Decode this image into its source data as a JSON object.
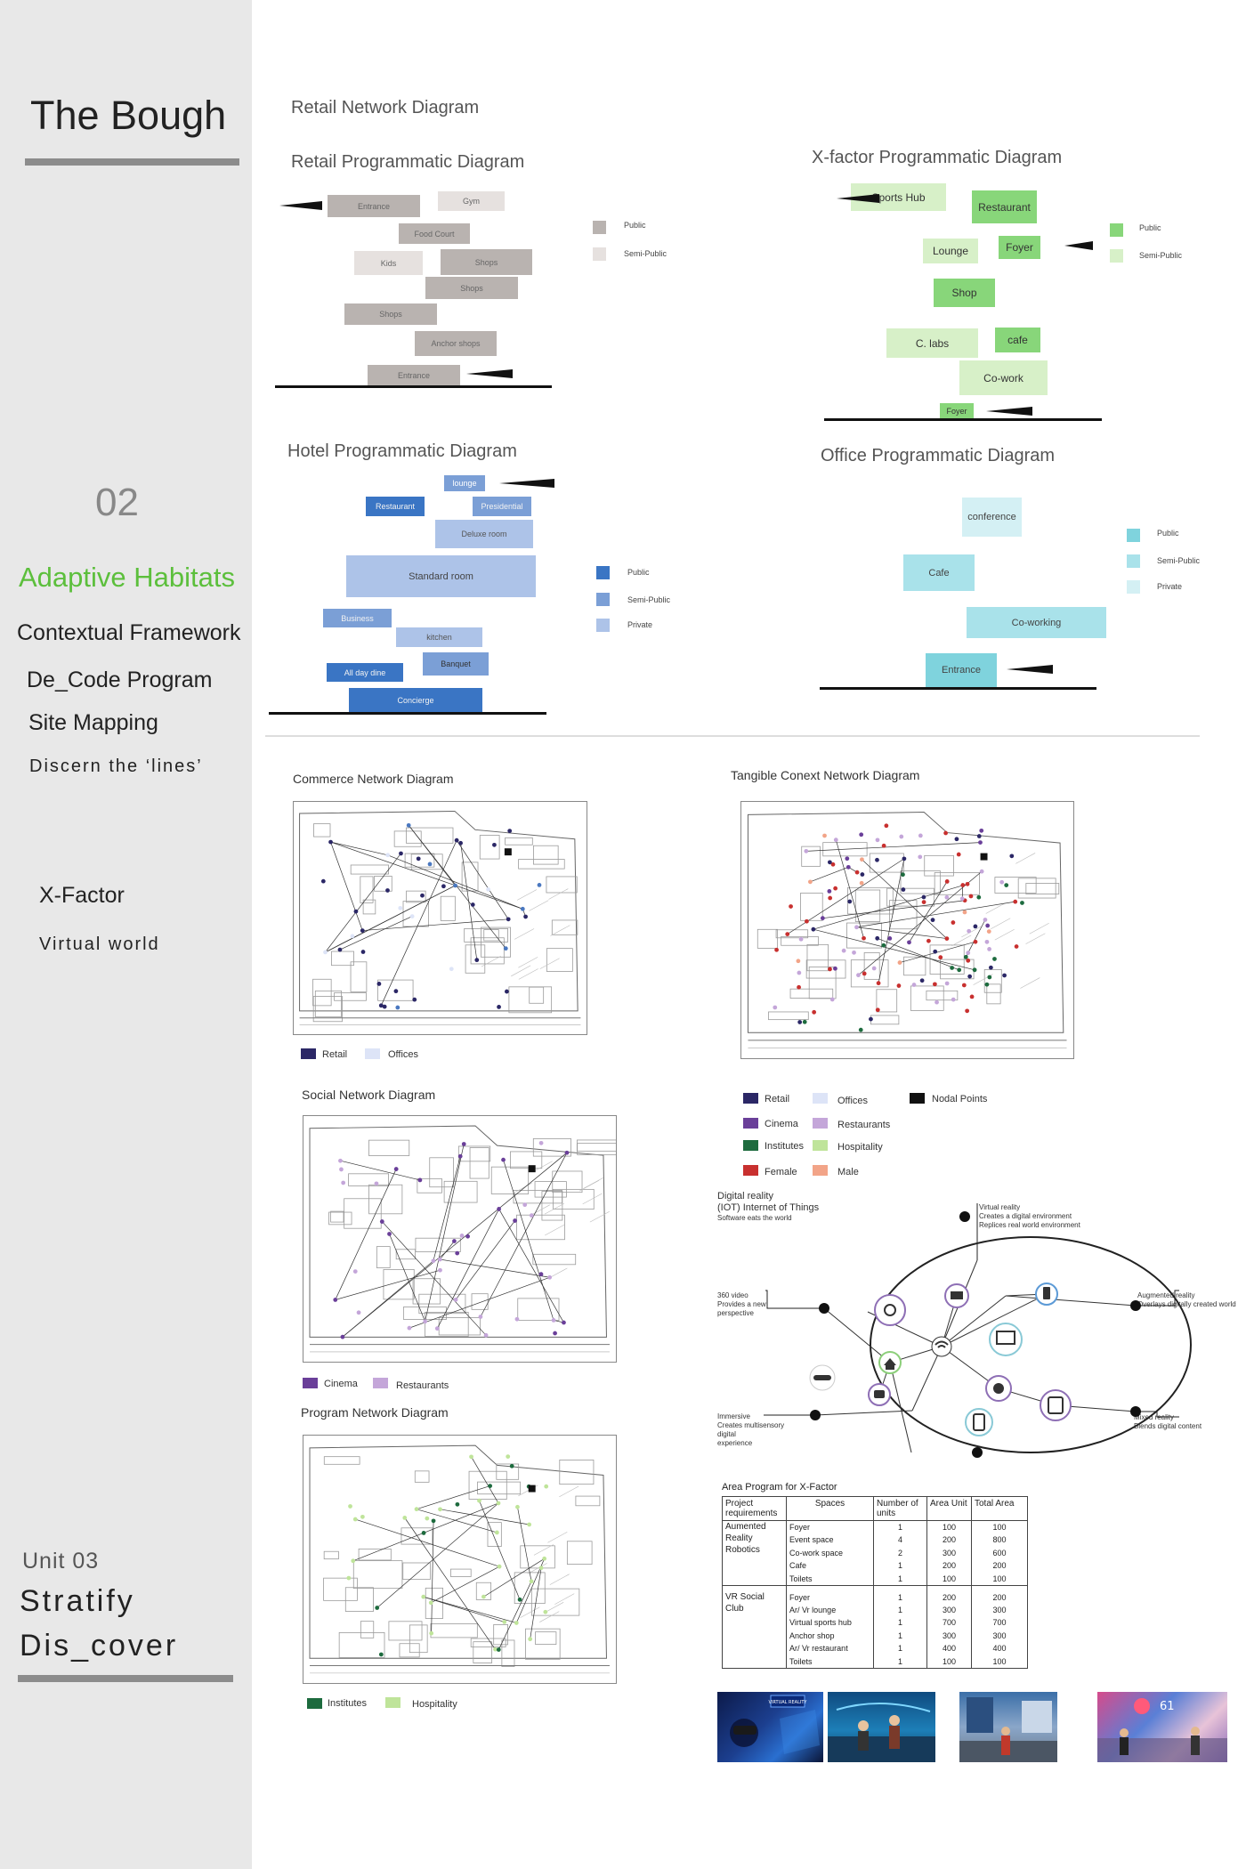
{
  "sidebar": {
    "title": "The Bough",
    "number": "02",
    "section": "Adaptive Habitats",
    "nav": [
      "Contextual Framework",
      "De_Code Program",
      "Site Mapping",
      "Discern the ‘lines’"
    ],
    "xfactor": "X-Factor",
    "xfactor_sub": "Virtual world",
    "unit": "Unit  03",
    "stratify": "Stratify",
    "discover": "Dis_cover"
  },
  "retail": {
    "page_heading": "Retail Network Diagram",
    "title": "Retail Programmatic  Diagram",
    "blocks": [
      "Entrance",
      "Gym",
      "Food Court",
      "Kids",
      "Shops",
      "Shops",
      "Shops",
      "Anchor shops",
      "Entrance"
    ],
    "legend": [
      "Public",
      "Semi-Public"
    ],
    "colors": {
      "public": "#b9b3b0",
      "semi_public": "#e6e1df"
    }
  },
  "xfactor": {
    "title": "X-factor  Programmatic  Diagram",
    "blocks": [
      "Sports Hub",
      "Restaurant",
      "Lounge",
      "Foyer",
      "Shop",
      "C. labs",
      "cafe",
      "Co-work",
      "Foyer"
    ],
    "legend": [
      "Public",
      "Semi-Public"
    ],
    "colors": {
      "public": "#88d67a",
      "semi_public": "#d7f0c8"
    }
  },
  "hotel": {
    "title": "Hotel Programmatic  Diagram",
    "blocks": [
      "lounge",
      "Restaurant",
      "Presidential",
      "Deluxe room",
      "Standard room",
      "Business",
      "kitchen",
      "Banquet",
      "All day dine",
      "Concierge"
    ],
    "legend": [
      "Public",
      "Semi-Public",
      "Private"
    ],
    "colors": {
      "public": "#3a75c4",
      "semi_public": "#7b9fd6",
      "private": "#adc3e8"
    }
  },
  "office": {
    "title": "Office  Programmatic  Diagram",
    "blocks": [
      "conference",
      "Cafe",
      "Co-working",
      "Entrance"
    ],
    "legend": [
      "Public",
      "Semi-Public",
      "Private"
    ],
    "colors": {
      "public": "#7fd3dd",
      "semi_public": "#a9e2ea",
      "private": "#d4f0f4"
    }
  },
  "networks": {
    "commerce": {
      "title": "Commerce Network Diagram",
      "legend": [
        "Retail",
        "Offices"
      ]
    },
    "tangible": {
      "title": "Tangible Conext  Network Diagram"
    },
    "social": {
      "title": "Social Network Diagram",
      "legend": [
        "Cinema",
        "Restaurants"
      ]
    },
    "program": {
      "title": "Program Network Diagram",
      "legend": [
        "Institutes",
        "Hospitality"
      ]
    },
    "main_legend": [
      "Retail",
      "Offices",
      "Nodal Points",
      "Cinema",
      "Restaurants",
      "Institutes",
      "Hospitality",
      "Female",
      "Male"
    ],
    "colors": {
      "retail": "#2b2766",
      "offices": "#dde4f7",
      "nodal": "#111111",
      "cinema": "#6a3f99",
      "restaurants": "#c4a6d9",
      "institutes": "#1d6b3e",
      "hospitality": "#bfe49a",
      "female": "#c8302f",
      "male": "#f2a488"
    }
  },
  "virtual": {
    "digital_reality": [
      "Digital reality",
      "(IOT) Internet of Things"
    ],
    "digital_reality_sub": "Software eats the world",
    "vr": [
      "Virtual reality",
      "Creates a digital environment",
      "Replices real world environment"
    ],
    "video360": [
      "360 video",
      "Provides a new",
      "perspective"
    ],
    "ar": [
      "Augmented reality",
      "Overlays digitally created world"
    ],
    "immersive": [
      "Immersive",
      "Creates multisensory",
      "digital",
      "experience"
    ],
    "mixed": [
      "Mixed reality",
      "Blends digital content"
    ]
  },
  "area_table": {
    "title": "Area Program for X-Factor",
    "headers": [
      "Project requirements",
      "Spaces",
      "Number of units",
      "Area Unit",
      "Total Area"
    ],
    "groups": [
      {
        "name": "Aumented Reality Robotics",
        "rows": [
          [
            "Foyer",
            "1",
            "100",
            "100"
          ],
          [
            "Event space",
            "4",
            "200",
            "800"
          ],
          [
            "Co-work space",
            "2",
            "300",
            "600"
          ],
          [
            "Cafe",
            "1",
            "200",
            "200"
          ],
          [
            "Toilets",
            "1",
            "100",
            "100"
          ]
        ]
      },
      {
        "name": "VR Social Club",
        "rows": [
          [
            "Foyer",
            "1",
            "200",
            "200"
          ],
          [
            "Ar/ Vr lounge",
            "1",
            "300",
            "300"
          ],
          [
            "Virtual sports hub",
            "1",
            "700",
            "700"
          ],
          [
            "Anchor shop",
            "1",
            "300",
            "300"
          ],
          [
            "Ar/ Vr restaurant",
            "1",
            "400",
            "400"
          ],
          [
            "Toilets",
            "1",
            "100",
            "100"
          ]
        ]
      }
    ]
  },
  "photos": {
    "vr_badge": "VIRTUAL REALITY",
    "score": "61"
  }
}
